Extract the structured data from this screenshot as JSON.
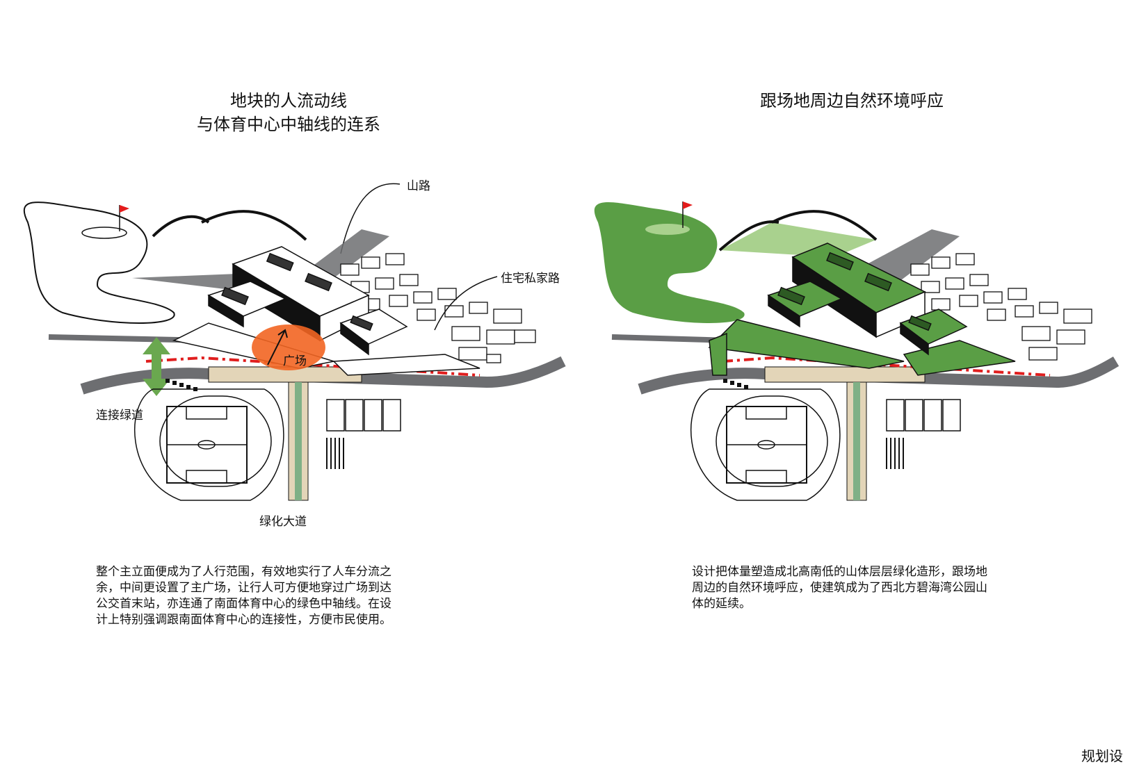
{
  "left_panel": {
    "title_line1": "地块的人流动线",
    "title_line2": "与体育中心中轴线的连系",
    "labels": {
      "mountain_road": "山路",
      "private_road": "住宅私家路",
      "plaza": "广场",
      "greenway": "连接绿道",
      "green_avenue": "绿化大道"
    },
    "caption_lines": [
      "整个主立面便成为了人行范围，有效地实行了人车分流之",
      "余，中间更设置了主广场，让行人可方便地穿过广场到达",
      "公交首末站，亦连通了南面体育中心的绿色中轴线。在设",
      "计上特别强调跟南面体育中心的连接性，方便市民使用。"
    ]
  },
  "right_panel": {
    "title": "跟场地周边自然环境呼应",
    "caption_lines": [
      "设计把体量塑造成北高南低的山体层层绿化造形，跟场地",
      "周边的自然环境呼应，使建筑成为了西北方碧海湾公园山",
      "体的延续。"
    ]
  },
  "corner_label": "规划设",
  "colors": {
    "green_roof": "#5a9e45",
    "green_light": "#a9d18e",
    "plaza_orange": "#f26522",
    "red_dash": "#e01e1e",
    "road_grey": "#6d6e71",
    "avenue_beige": "#e3d5b8",
    "flag_red": "#e31b1b"
  }
}
